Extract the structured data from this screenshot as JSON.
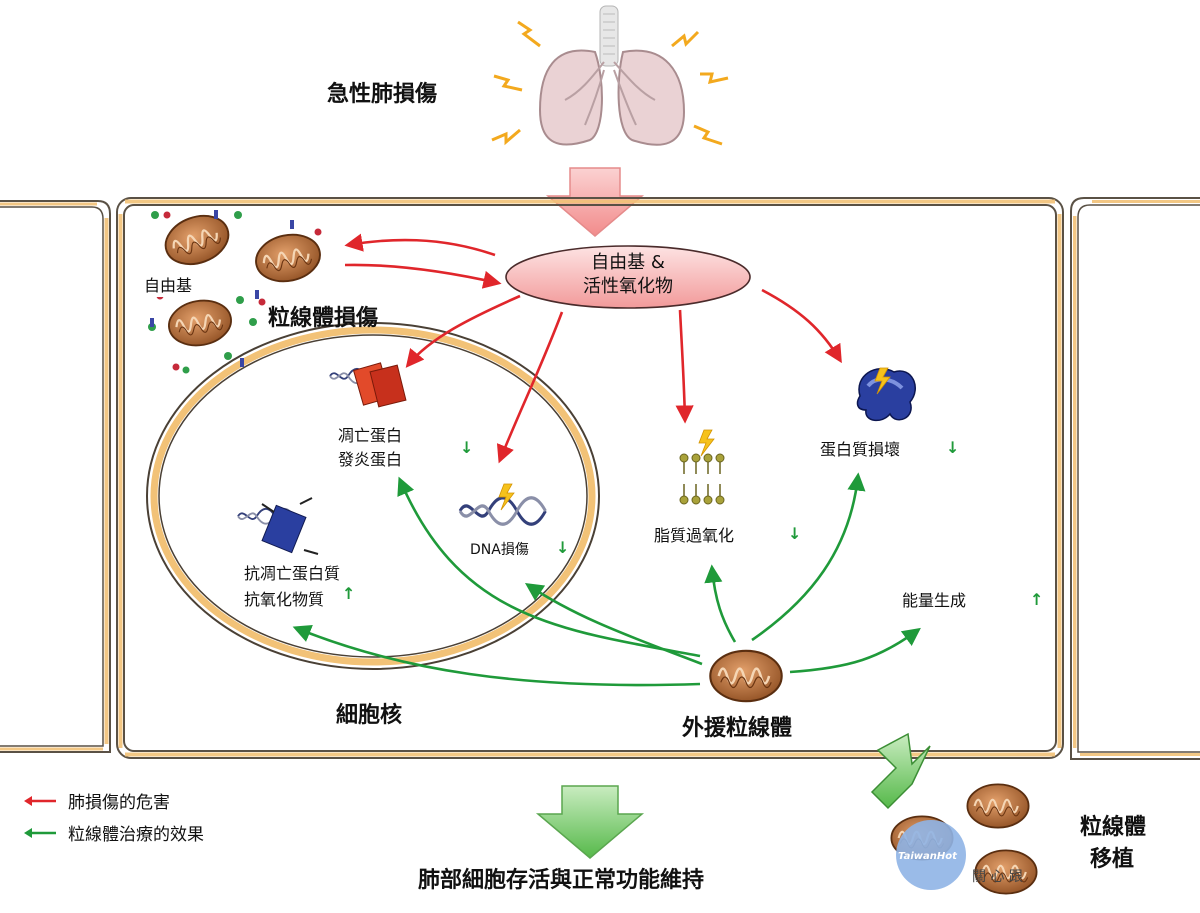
{
  "labels": {
    "acute_lung_injury": "急性肺損傷",
    "ros_line1": "自由基 &",
    "ros_line2": "活性氧化物",
    "free_radical": "自由基",
    "mito_damage": "粒線體損傷",
    "apoptotic_protein_line1": "凋亡蛋白",
    "apoptotic_protein_line2": "發炎蛋白",
    "dna_damage": "DNA損傷",
    "anti_apoptotic_line1": "抗凋亡蛋白質",
    "anti_apoptotic_line2": "抗氧化物質",
    "lipid_peroxidation": "脂質過氧化",
    "protein_damage": "蛋白質損壞",
    "energy_generation": "能量生成",
    "nucleus": "細胞核",
    "exogenous_mito": "外援粒線體",
    "transplant_line1": "粒線體",
    "transplant_line2": "移植",
    "outcome": "肺部細胞存活與正常功能維持"
  },
  "legend": [
    {
      "label": "肺損傷的危害",
      "color": "#e0262b"
    },
    {
      "label": "粒線體治療的效果",
      "color": "#1f9a3a"
    }
  ],
  "indicators": {
    "apoptotic_protein": "↓",
    "dna_damage": "↓",
    "anti_apoptotic": "↑",
    "lipid_peroxidation": "↓",
    "protein_damage": "↓",
    "energy_generation": "↑"
  },
  "watermark": {
    "logo_text": "TaiwanHot",
    "sub_text": "關 心 跟"
  },
  "colors": {
    "harm": "#e0262b",
    "therapy": "#1f9a3a",
    "cell_border": "#f2c277",
    "ros_fill": "#f7b3b3",
    "mito": "#b7652f"
  },
  "icons": [
    "lung-icon",
    "lightning-icon",
    "mitochondrion-icon",
    "dna-icon",
    "protein-icon",
    "lipid-bilayer-icon"
  ]
}
